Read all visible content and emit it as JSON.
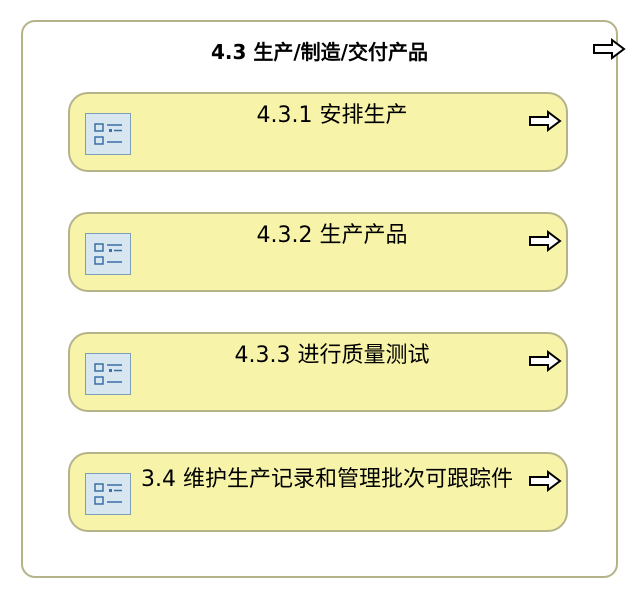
{
  "outer": {
    "title": "4.3 生产/制造/交付产品",
    "icon": "hollow-right-arrow-icon"
  },
  "cards": [
    {
      "label": "4.3.1 安排生产",
      "icon": "list-icon",
      "arrow": "hollow-right-arrow-icon"
    },
    {
      "label": "4.3.2 生产产品",
      "icon": "list-icon",
      "arrow": "hollow-right-arrow-icon"
    },
    {
      "label": "4.3.3 进行质量测试",
      "icon": "list-icon",
      "arrow": "hollow-right-arrow-icon"
    },
    {
      "label": "3.4 维护生产记录和管理批次可跟踪件",
      "icon": "list-icon",
      "arrow": "hollow-right-arrow-icon"
    }
  ],
  "colors": {
    "card_fill": "#f7f3a8",
    "border": "#b5b38a",
    "icon_fill": "#d8e6f0",
    "icon_stroke": "#3a6fa8"
  }
}
